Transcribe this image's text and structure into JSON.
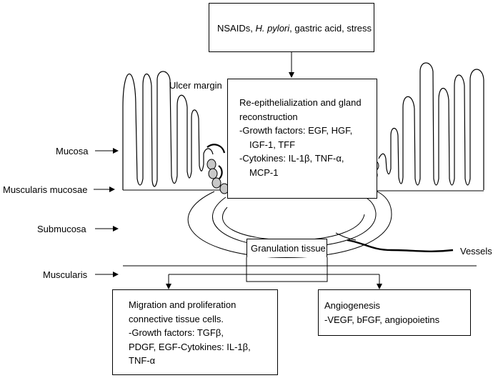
{
  "cause_box": {
    "prefix": "NSAIDs, ",
    "italic": "H. pylori",
    "suffix": ", gastric acid, stress"
  },
  "labels": {
    "ulcer_margin": "Ulcer margin",
    "mucosa": "Mucosa",
    "muscularis_mucosae": "Muscularis mucosae",
    "submucosa": "Submucosa",
    "muscularis": "Muscularis",
    "vessels": "Vessels"
  },
  "repair_box": {
    "lines": [
      "Re-epithelialization and gland",
      "reconstruction",
      "-Growth factors: EGF, HGF,",
      "IGF-1, TFF",
      "-Cytokines: IL-1β, TNF-α,",
      "MCP-1"
    ]
  },
  "granulation_box": {
    "label": "Granulation tissue"
  },
  "migration_box": {
    "lines": [
      "Migration and proliferation",
      "connective tissue cells.",
      "-Growth factors: TGFβ,",
      "PDGF, EGF-Cytokines: IL-1β,",
      "TNF-α"
    ]
  },
  "angiogenesis_box": {
    "lines": [
      "Angiogenesis",
      "-VEGF, bFGF, angiopoietins"
    ]
  }
}
